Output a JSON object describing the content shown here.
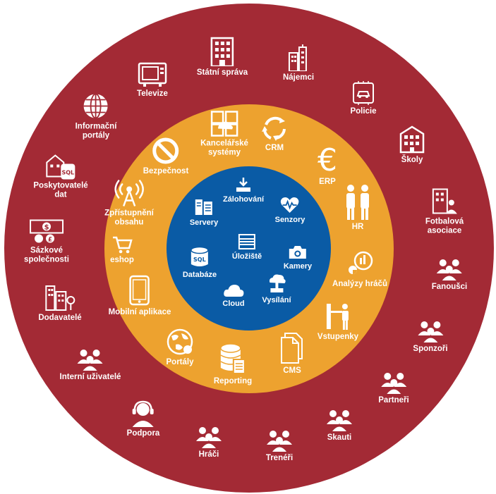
{
  "colors": {
    "outer": "#a32a35",
    "middle": "#eda22f",
    "inner": "#0a5ba5",
    "icon": "#ffffff"
  },
  "outer_ring": [
    {
      "label": "Státní správa",
      "icon": "office-building-icon"
    },
    {
      "label": "Nájemci",
      "icon": "city-buildings-icon"
    },
    {
      "label": "Policie",
      "icon": "police-car-chip-icon"
    },
    {
      "label": "Školy",
      "icon": "school-building-icon"
    },
    {
      "label": "Fotbalová\nasociace",
      "icon": "building-people-icon"
    },
    {
      "label": "Fanoušci",
      "icon": "people-group-icon"
    },
    {
      "label": "Sponzoři",
      "icon": "people-group-icon"
    },
    {
      "label": "Partneři",
      "icon": "people-group-icon"
    },
    {
      "label": "Skauti",
      "icon": "people-group-icon"
    },
    {
      "label": "Trenéři",
      "icon": "people-group-icon"
    },
    {
      "label": "Hráči",
      "icon": "people-group-icon"
    },
    {
      "label": "Podpora",
      "icon": "headset-user-icon"
    },
    {
      "label": "Interní uživatelé",
      "icon": "people-group-icon"
    },
    {
      "label": "Dodavatelé",
      "icon": "factory-tree-icon"
    },
    {
      "label": "Sázkové\nspolečnosti",
      "icon": "betting-money-icon"
    },
    {
      "label": "Poskytovatelé\ndat",
      "icon": "sql-database-house-icon"
    },
    {
      "label": "Informační\nportály",
      "icon": "globe-icon"
    },
    {
      "label": "Televize",
      "icon": "tv-icon"
    }
  ],
  "middle_ring": [
    {
      "label": "Kancelářské\nsystémy",
      "icon": "cloud-grid-icon"
    },
    {
      "label": "CRM",
      "icon": "circular-arrows-icon"
    },
    {
      "label": "ERP",
      "icon": "euro-icon"
    },
    {
      "label": "HR",
      "icon": "two-people-icon"
    },
    {
      "label": "Analýzy hráčů",
      "icon": "analytics-chart-icon"
    },
    {
      "label": "Vstupenky",
      "icon": "turnstile-icon"
    },
    {
      "label": "CMS",
      "icon": "documents-icon"
    },
    {
      "label": "Reporting",
      "icon": "database-report-icon"
    },
    {
      "label": "Portály",
      "icon": "portal-globe-icon"
    },
    {
      "label": "Mobilní aplikace",
      "icon": "mobile-tablet-icon"
    },
    {
      "label": "eshop",
      "icon": "shopping-cart-icon"
    },
    {
      "label": "Zpřístupnění\nobsahu",
      "icon": "wireless-tower-icon"
    },
    {
      "label": "Bezpečnost",
      "icon": "no-entry-icon"
    }
  ],
  "inner_circle": [
    {
      "label": "Zálohování",
      "icon": "download-tray-icon"
    },
    {
      "label": "Senzory",
      "icon": "heart-pulse-icon"
    },
    {
      "label": "Kamery",
      "icon": "camera-icon"
    },
    {
      "label": "Vysílání",
      "icon": "cloud-broadcast-icon"
    },
    {
      "label": "Cloud",
      "icon": "cloud-icon"
    },
    {
      "label": "Databáze",
      "icon": "sql-database-icon"
    },
    {
      "label": "Servery",
      "icon": "servers-icon"
    },
    {
      "label": "Úložiště",
      "icon": "storage-icon"
    }
  ]
}
